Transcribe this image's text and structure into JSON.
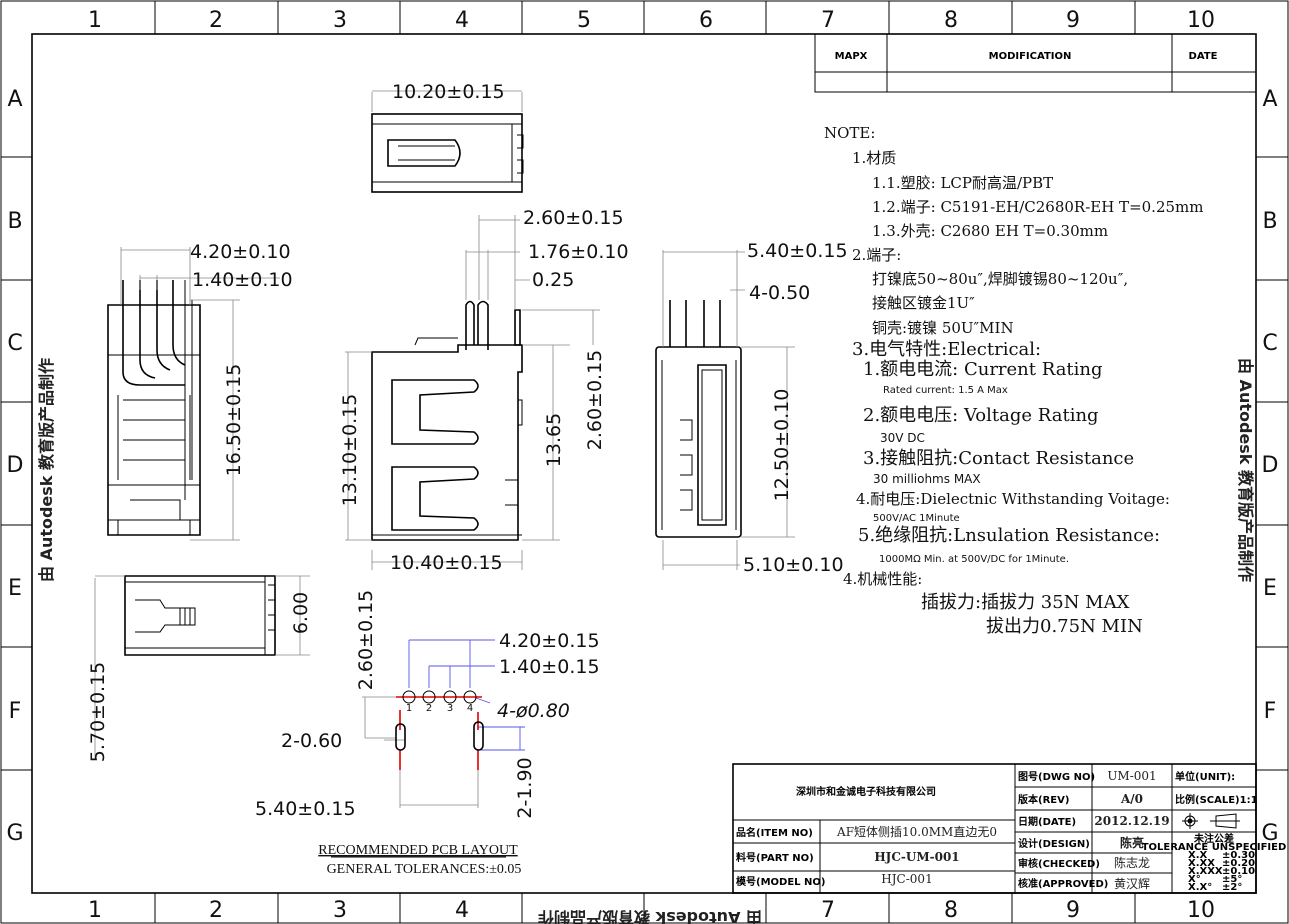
{
  "grid": {
    "columns": [
      "1",
      "2",
      "3",
      "4",
      "5",
      "6",
      "7",
      "8",
      "9",
      "10"
    ],
    "rows": [
      "A",
      "B",
      "C",
      "D",
      "E",
      "F",
      "G"
    ]
  },
  "watermark": "由 Autodesk 教育版产品制作",
  "revision_table": {
    "mapx": "MAPX",
    "modification": "MODIFICATION",
    "date": "DATE"
  },
  "dimensions": {
    "top_view_width": "10.20±0.15",
    "side_pin_pitch": "2.60±0.15",
    "side_pin_width": "1.76±0.10",
    "side_thickness": "0.25",
    "left_span": "4.20±0.10",
    "left_pitch": "1.40±0.10",
    "left_height": "16.50±0.15",
    "right_span": "5.40±0.15",
    "right_pins": "4-0.50",
    "right_height": "12.50±0.10",
    "right_bottom": "5.10±0.10",
    "front_height": "13.10±0.15",
    "front_total": "13.65",
    "front_pin_len": "2.60±0.15",
    "front_width": "10.40±0.15",
    "bottom_height": "6.00",
    "bottom_width": "5.70±0.15",
    "pcb_row_offset": "2.60±0.15",
    "pcb_span": "4.20±0.15",
    "pcb_pitch": "1.40±0.15",
    "pcb_holes": "4-ø0.80",
    "pcb_slot_width": "2-0.60",
    "pcb_slot_len": "2-1.90",
    "pcb_slot_span": "5.40±0.15",
    "pin_numbers": [
      "1",
      "2",
      "3",
      "4"
    ]
  },
  "pcb_caption": "RECOMMENDED PCB LAYOUT",
  "tolerance_caption": "GENERAL TOLERANCES:±0.05",
  "notes": {
    "heading": "NOTE:",
    "lines": [
      "1.材质",
      "1.1.塑胶: LCP耐高温/PBT",
      "1.2.端子: C5191-EH/C2680R-EH T=0.25mm",
      "1.3.外壳: C2680 EH T=0.30mm",
      "2.端子:",
      "打镍底50~80u″,焊脚镀锡80~120u″,",
      "接触区镀金1U″",
      "铜壳:镀镍 50U″MIN",
      "3.电气特性:Electrical:",
      "1.额电电流: Current Rating",
      "Rated current: 1.5 A Max",
      "2.额电电压: Voltage Rating",
      "30V DC",
      "3.接触阻抗:Contact Resistance",
      "30 milliohms MAX",
      "4.耐电压:Dielectnic Withstanding Voitage:",
      "500V/AC 1Minute",
      "5.绝缘阻抗:Lnsulation Resistance:",
      "1000MΩ Min. at 500V/DC for 1Minute.",
      "4.机械性能:",
      "插拔力:插拔力 35N MAX",
      "拔出力0.75N MIN"
    ]
  },
  "title_block": {
    "company": "深圳市和金诚电子科技有限公司",
    "item_label": "品名(ITEM NO)",
    "item_value": "AF短体侧插10.0MM直边无0",
    "part_label": "料号(PART NO)",
    "part_value": "HJC-UM-001",
    "model_label": "模号(MODEL NO)",
    "model_value": "HJC-001",
    "dwg_label": "图号(DWG NO)",
    "dwg_value": "UM-001",
    "rev_label": "版本(REV)",
    "rev_value": "A/0",
    "date_label": "日期(DATE)",
    "date_value": "2012.12.19",
    "design_label": "设计(DESIGN)",
    "design_value": "陈亮",
    "checked_label": "审核(CHECKED)",
    "checked_value": "陈志龙",
    "approved_label": "核准(APPROVED)",
    "approved_value": "黄汉辉",
    "unit_label": "单位(UNIT):",
    "scale_label": "比例(SCALE)1:1",
    "tolerance_title": "未注公差",
    "tolerance_subtitle": "TOLERANCE UNSPECIFIED",
    "tolerances": [
      {
        "k": "X.X",
        "v": "±0.30"
      },
      {
        "k": "X.XX",
        "v": "±0.20"
      },
      {
        "k": "X.XXX",
        "v": "±0.10"
      },
      {
        "k": "X°",
        "v": "±5°"
      },
      {
        "k": "X.X°",
        "v": "±2°"
      }
    ]
  }
}
